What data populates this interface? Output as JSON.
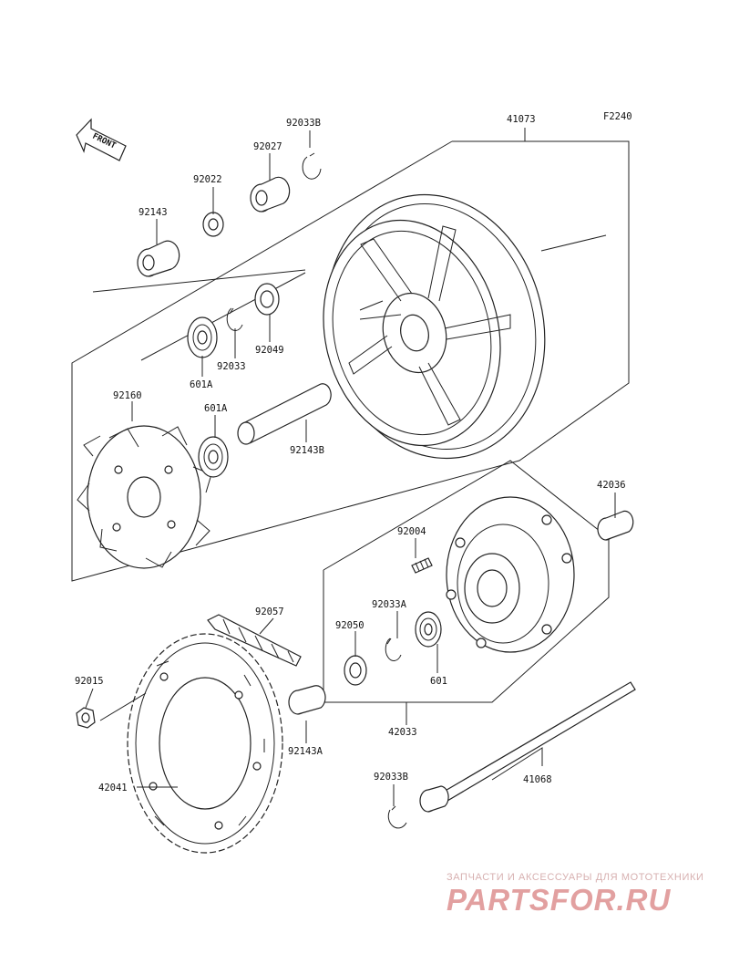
{
  "figure_code": "F2240",
  "front_arrow_label": "FRONT",
  "parts": [
    {
      "number": "41073"
    },
    {
      "number": "92033B"
    },
    {
      "number": "92027"
    },
    {
      "number": "92022"
    },
    {
      "number": "92143"
    },
    {
      "number": "92033"
    },
    {
      "number": "92049"
    },
    {
      "number": "601A"
    },
    {
      "number": "92160"
    },
    {
      "number": "601A"
    },
    {
      "number": "92143B"
    },
    {
      "number": "42036"
    },
    {
      "number": "92004"
    },
    {
      "number": "92033A"
    },
    {
      "number": "92050"
    },
    {
      "number": "601"
    },
    {
      "number": "42033"
    },
    {
      "number": "92057"
    },
    {
      "number": "92015"
    },
    {
      "number": "92143A"
    },
    {
      "number": "42041"
    },
    {
      "number": "92033B"
    },
    {
      "number": "41068"
    }
  ],
  "watermark": {
    "line1": "ЗАПЧАСТИ И АКСЕССУАРЫ ДЛЯ МОТОТЕХНИКИ",
    "line2": "PARTSFOR.RU",
    "color": "#e2a0a0"
  }
}
